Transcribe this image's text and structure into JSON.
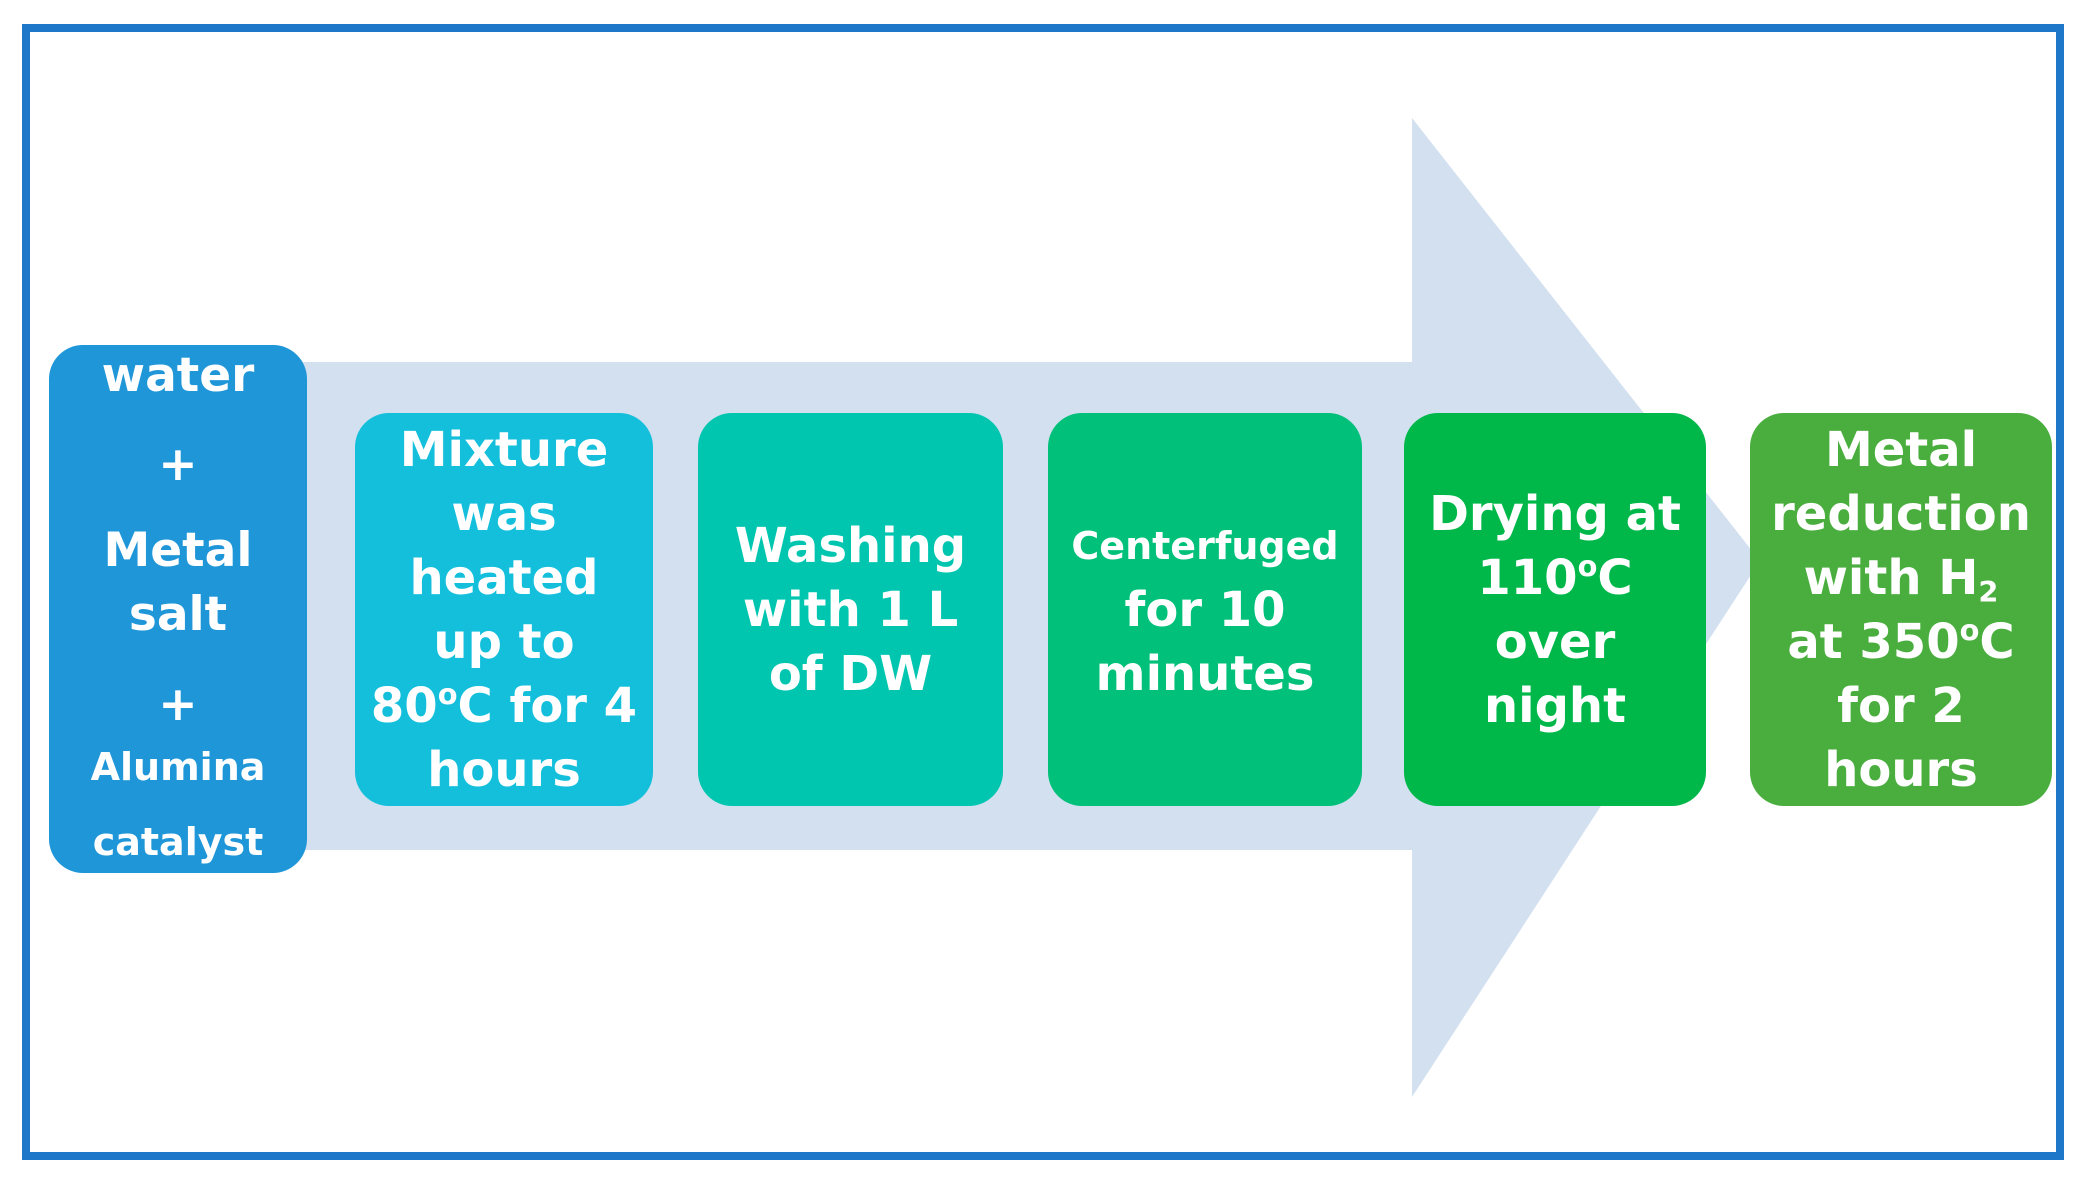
{
  "diagram": {
    "arrow_color": "#d3e0f0",
    "frame_color": "#1f77c9",
    "steps": [
      {
        "color": "#1f96d8",
        "lines": [
          "water",
          "+",
          "Metal",
          "salt",
          "+",
          "Alumina",
          "catalyst"
        ]
      },
      {
        "color": "#14bfdc",
        "lines": [
          "Mixture",
          "was",
          "heated",
          "up to",
          "80",
          "o",
          "C for 4",
          "hours"
        ]
      },
      {
        "color": "#00c6b0",
        "lines": [
          "Washing",
          "with 1 L",
          "of DW"
        ]
      },
      {
        "color": "#00c07a",
        "lines": [
          "Centerfuged",
          "for 10",
          "minutes"
        ]
      },
      {
        "color": "#00b84a",
        "lines": [
          "Drying at",
          "110",
          "o",
          "C",
          "over",
          "night"
        ]
      },
      {
        "color": "#4aae3e",
        "lines": [
          "Metal",
          "reduction",
          "with H",
          "2",
          "at 350",
          "o",
          "C",
          "for 2",
          "hours"
        ]
      }
    ]
  }
}
